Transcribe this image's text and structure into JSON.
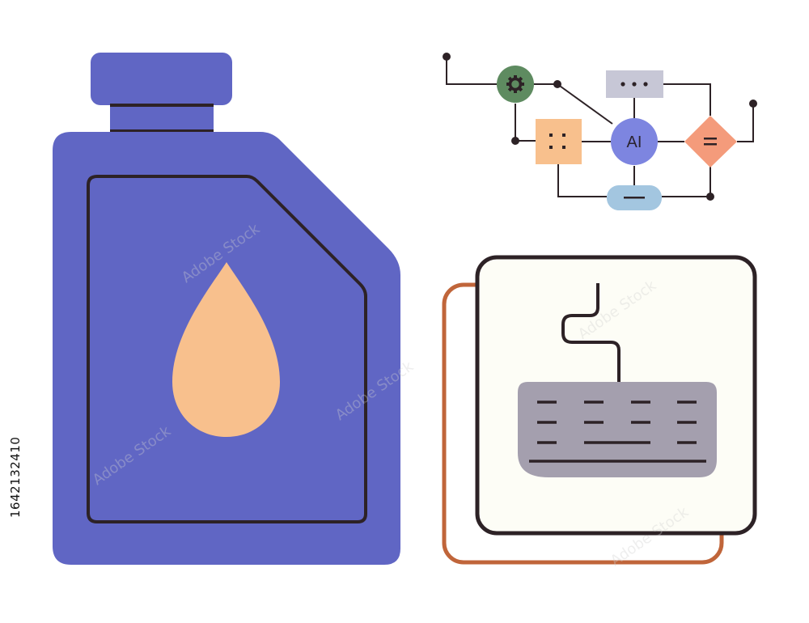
{
  "stock_id": "1642132410",
  "watermark": "Adobe Stock",
  "colors": {
    "canister": "#6066c4",
    "canister_outline": "#2d2226",
    "droplet": "#f8c08d",
    "gear_node": "#5e8b60",
    "ai_node": "#7d85e0",
    "menu_node": "#c7c7d6",
    "grid_node": "#f8c08d",
    "diamond_node": "#f49b7b",
    "pill_node": "#a3c6e0",
    "keyboard": "#a49fae",
    "tile_bg": "#fdfdf6",
    "tile_back_border": "#c0653a"
  },
  "icons": {
    "canister": "oil-canister-icon",
    "droplet": "oil-drop-icon",
    "network": "ai-workflow-diagram-icon",
    "keyboard": "wired-keyboard-icon"
  },
  "diagram": {
    "ai_label": "AI",
    "equals_symbol": "=",
    "dash_symbol": "—"
  }
}
